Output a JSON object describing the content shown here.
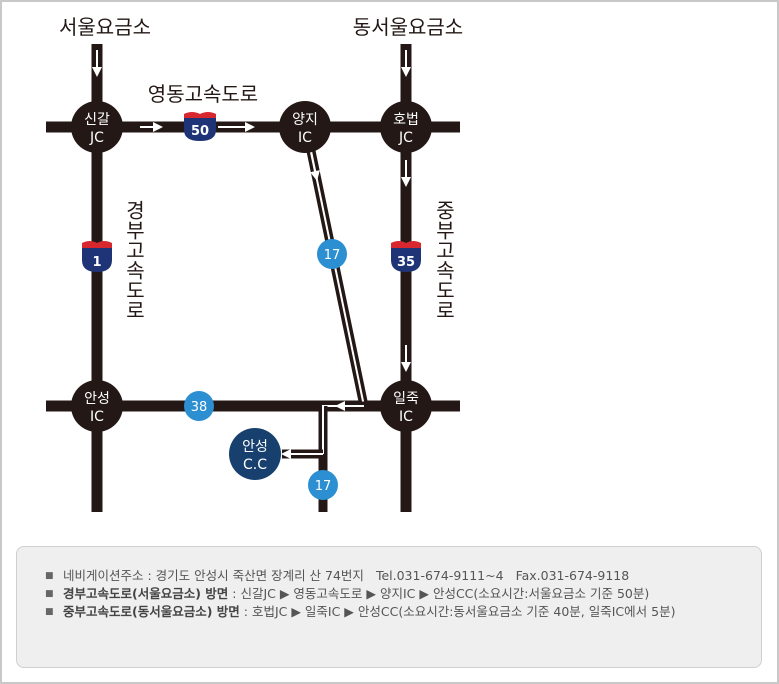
{
  "map": {
    "tollgate_seoul": "서울요금소",
    "tollgate_dongseoul": "동서울요금소",
    "road_yeongdong": "영동고속도로",
    "road_gyeongbu": "경부고속도로",
    "road_jungbu": "중부고속도로",
    "jc_singal": [
      "신갈",
      "JC"
    ],
    "ic_yangji": [
      "양지",
      "IC"
    ],
    "jc_hobeop": [
      "호법",
      "JC"
    ],
    "ic_anseong": [
      "안성",
      "IC"
    ],
    "ic_iljuk": [
      "일죽",
      "IC"
    ],
    "cc_anseong": [
      "안성",
      "C.C"
    ],
    "shield_yeongdong": "50",
    "shield_gyeongbu": "1",
    "shield_jungbu": "35",
    "route_17_upper": "17",
    "route_38": "38",
    "route_17_lower": "17",
    "colors": {
      "road": "#231815",
      "node": "#231815",
      "route_circle": "#2b8fd1",
      "cc_circle": "#17406f",
      "shield_blue": "#1e3476",
      "shield_red": "#d7282f"
    }
  },
  "info": {
    "line1_label": "네비게이션주소 : 경기도 안성시 죽산면 장계리 산 74번지",
    "line1_tel": "Tel.031-674-9111~4",
    "line1_fax": "Fax.031-674-9118",
    "line2_bold": "경부고속도로(서울요금소) 방면",
    "line2_rest": " : 신갈JC ▶ 영동고속도로 ▶ 양지IC ▶ 안성CC(소요시간:서울요금소 기준 50분)",
    "line3_bold": "중부고속도로(동서울요금소) 방면",
    "line3_rest": " : 호법JC ▶ 일죽IC ▶ 안성CC(소요시간:동서울요금소 기준 40분, 일죽IC에서 5분)",
    "bullet": "■"
  }
}
